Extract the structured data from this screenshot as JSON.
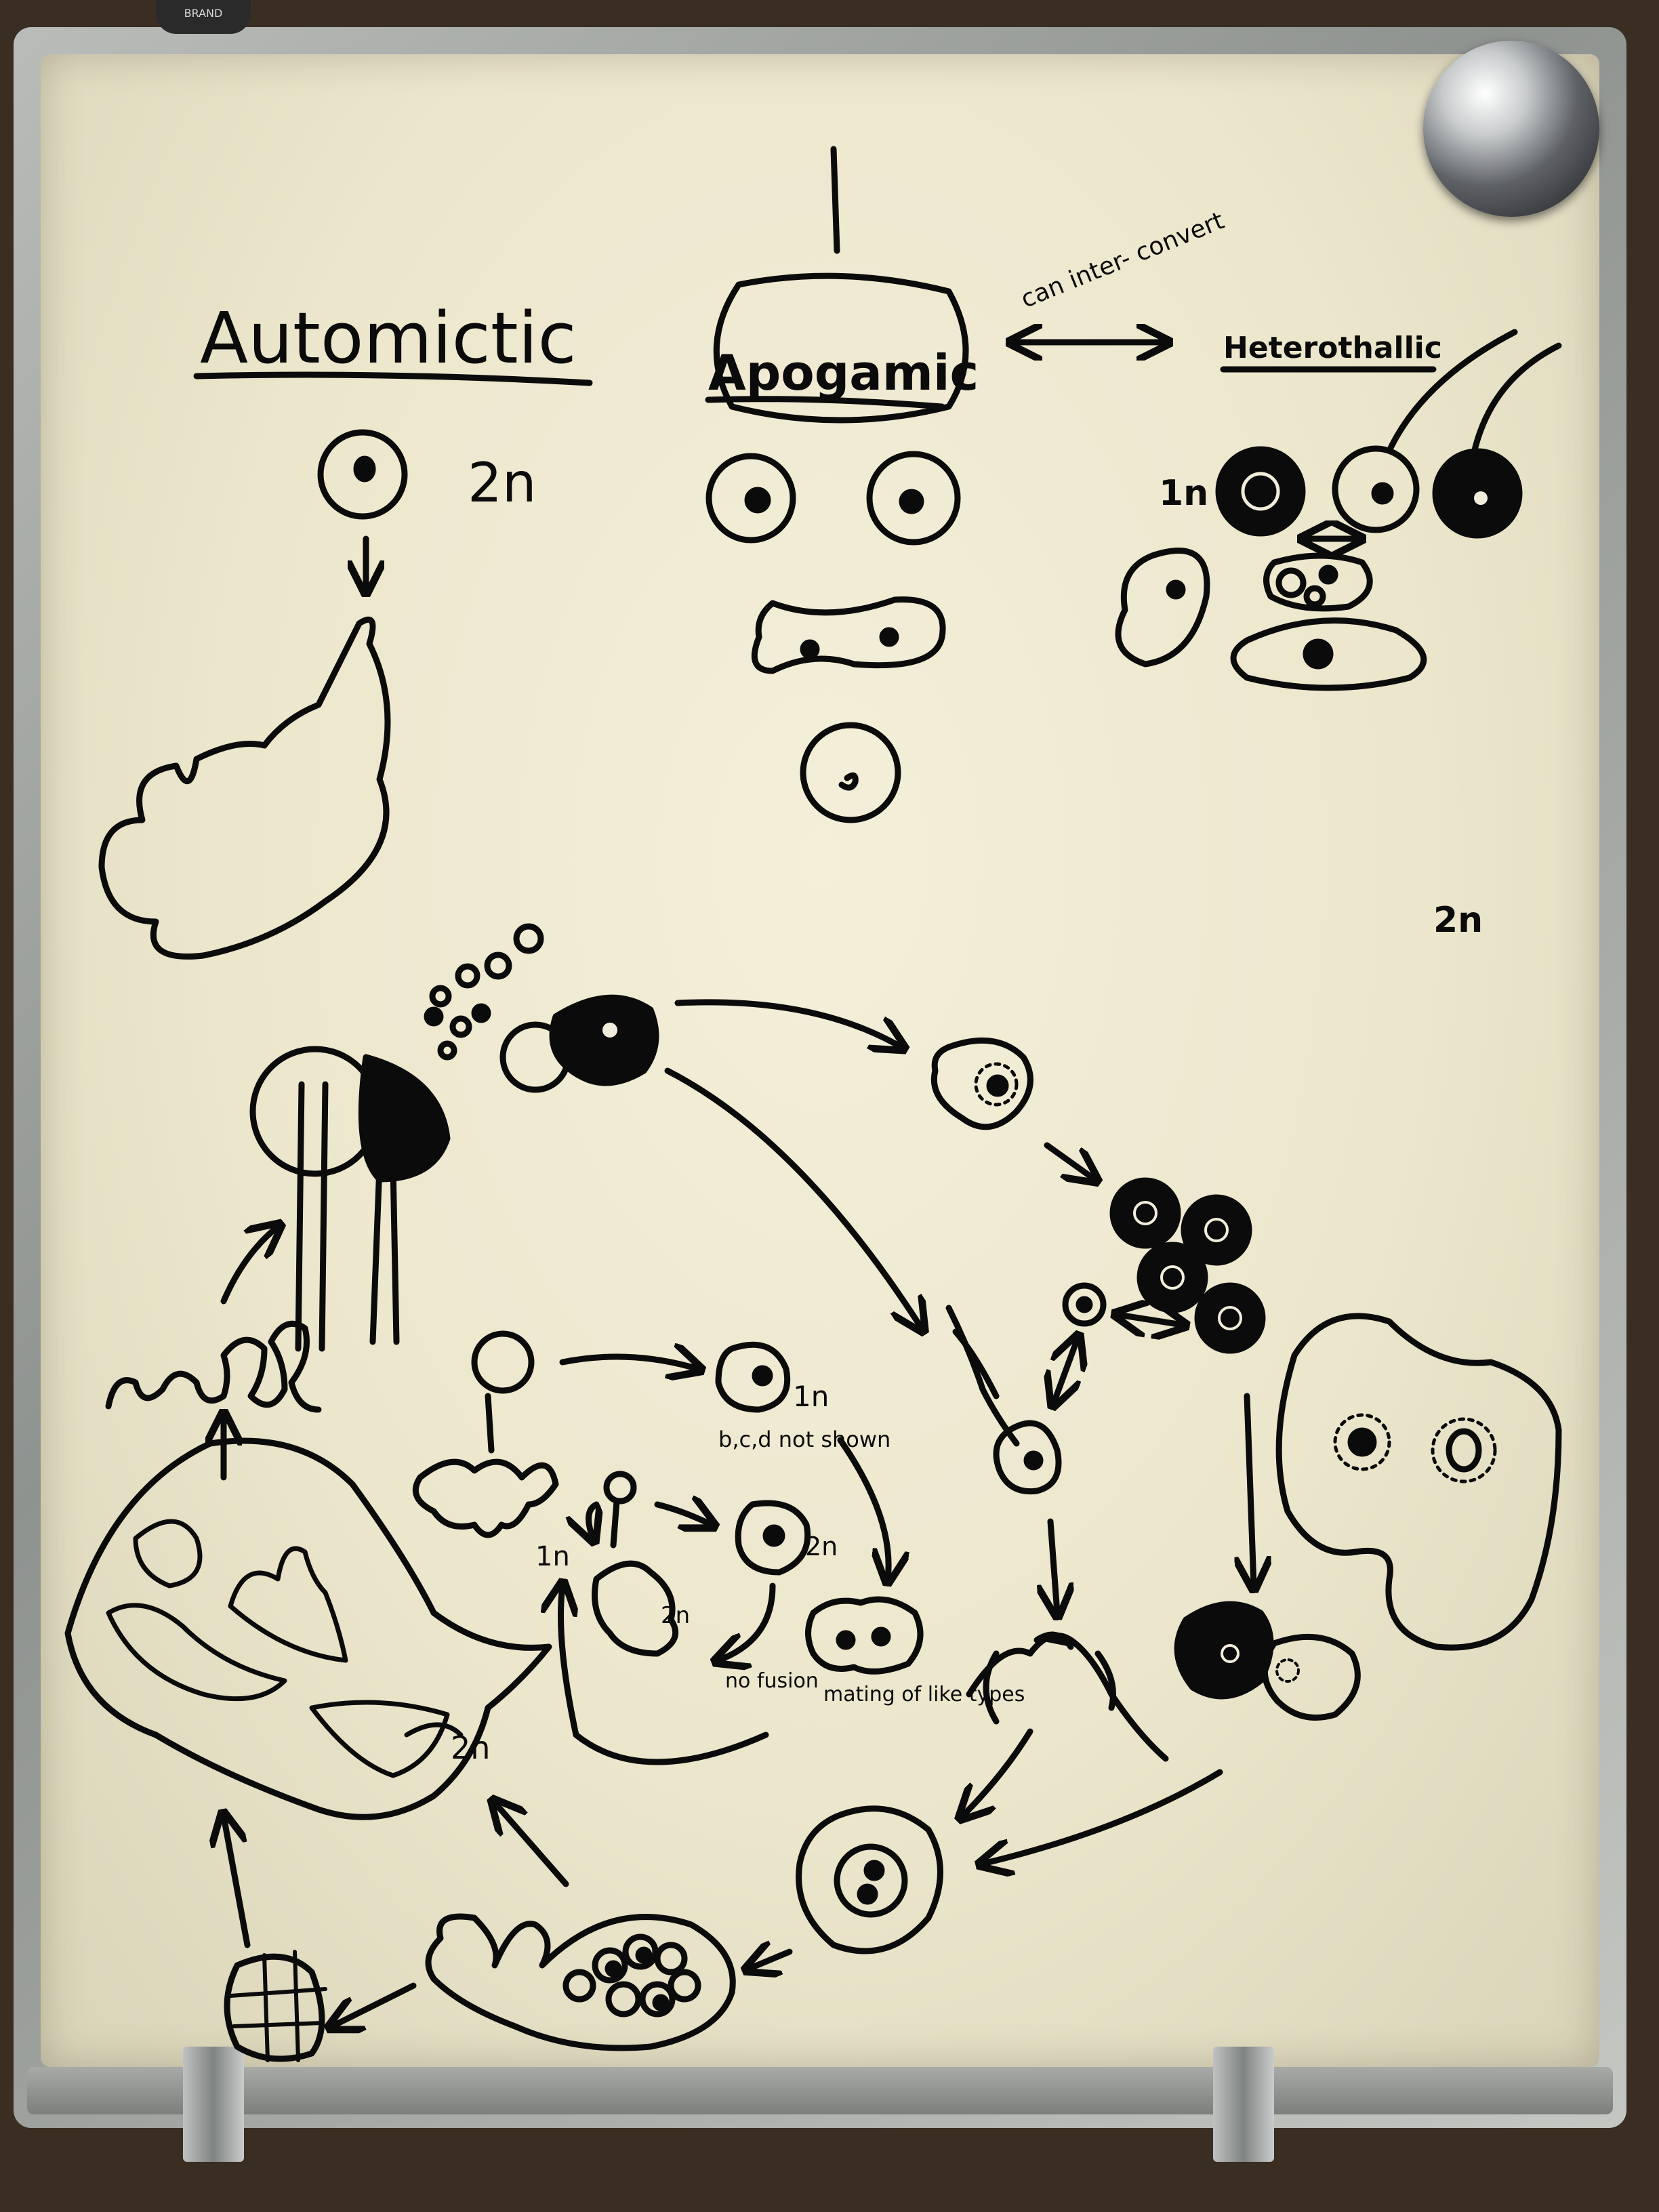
{
  "brand_label": "BRAND",
  "headings": {
    "automictic": "Automictic",
    "apogamic": "Apogamic",
    "heterothallic": "Heterothallic"
  },
  "notes": {
    "can_interconvert": "can inter- convert",
    "ploidy_2n_automictic": "2n",
    "ploidy_1n_heterothallic": "1n",
    "ploidy_2n_right": "2n",
    "ploidy_1n_amoeba": "1n",
    "bcd_not_shown": "b,c,d not shown",
    "ploidy_1n_fruiting": "1n",
    "ploidy_2n_small_amoeba": "2n",
    "ploidy_2n_small_plasmodium": "2n",
    "no_fusion": "no fusion",
    "mating_of_like_types": "mating of like types",
    "ploidy_2n_plasmodium": "2n"
  },
  "colors": {
    "ink": "#0b0b0b",
    "board": "#f2eddb",
    "frame": "#a4a7a4"
  }
}
